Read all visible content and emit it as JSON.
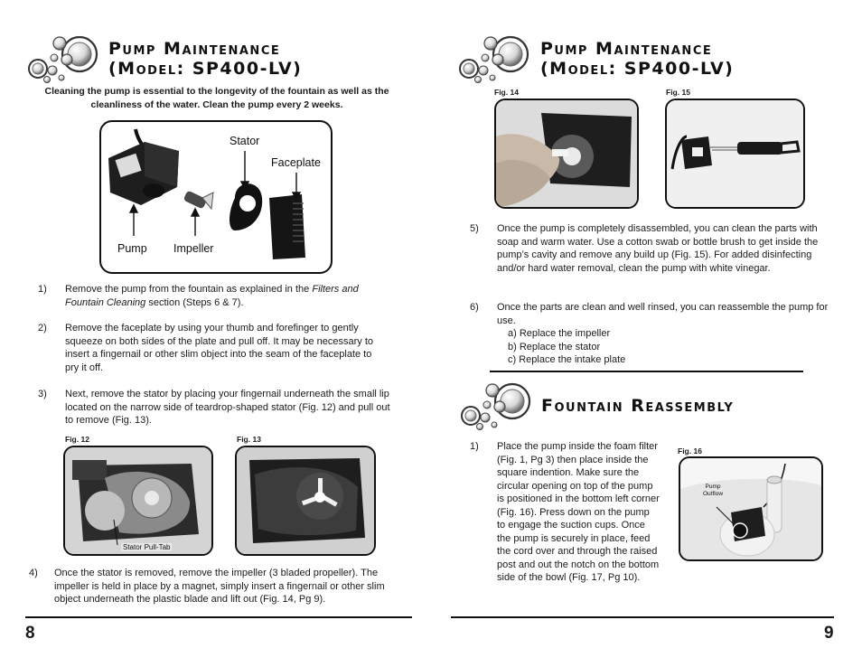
{
  "left": {
    "title_line1": "Pump Maintenance",
    "title_line2": "(Model: SP400-LV)",
    "intro": "Cleaning the pump is essential to the longevity of the fountain as well as the cleanliness of the water. Clean the pump every 2 weeks.",
    "diagram_labels": {
      "stator": "Stator",
      "faceplate": "Faceplate",
      "pump": "Pump",
      "impeller": "Impeller"
    },
    "steps": [
      {
        "num": "1)",
        "text_before": "Remove the pump from the fountain as explained in the ",
        "text_italic": "Filters and Fountain Cleaning",
        "text_after": " section (Steps 6 & 7)."
      },
      {
        "num": "2)",
        "text": "Remove the faceplate by using your thumb and forefinger to gently squeeze on both sides of the plate and pull off. It may be necessary to insert a fingernail or other slim object into the seam of the faceplate to pry it off."
      },
      {
        "num": "3)",
        "text": "Next, remove the stator by placing your fingernail underneath the small lip located on the narrow side of teardrop-shaped stator (Fig. 12) and pull out to remove (Fig. 13)."
      },
      {
        "num": "4)",
        "text": "Once the stator is removed, remove the impeller (3 bladed propeller). The impeller is held in place by a magnet, simply insert a fingernail or other slim object underneath the plastic blade and lift out (Fig. 14, Pg 9)."
      }
    ],
    "fig12": "Fig. 12",
    "fig12_caption": "Stator Pull-Tab",
    "fig13": "Fig. 13",
    "page_number": "8"
  },
  "right": {
    "title_line1": "Pump Maintenance",
    "title_line2": "(Model: SP400-LV)",
    "fig14": "Fig. 14",
    "fig15": "Fig. 15",
    "steps": [
      {
        "num": "5)",
        "text": "Once the pump is completely disassembled, you can clean the parts with soap and warm water. Use a cotton swab or bottle brush to get inside the pump’s cavity and remove any build up (Fig. 15). For added disinfecting and/or hard water removal, clean the pump with white vinegar."
      },
      {
        "num": "6)",
        "text": "Once the parts are clean and well rinsed, you can reassemble the pump for use."
      }
    ],
    "sublist": [
      "a)  Replace the impeller",
      "b)  Replace the stator",
      "c)  Replace the intake plate"
    ],
    "reassembly_title": "Fountain Reassembly",
    "reassembly_steps": [
      {
        "num": "1)",
        "text": "Place the pump inside the foam filter (Fig. 1, Pg 3) then place inside the square indention. Make sure the circular opening on top of the pump is positioned in the bottom left corner (Fig. 16). Press down on the pump to engage the suction cups. Once the pump is securely in place, feed the cord over and through the raised post and out the notch on the bottom side of the bowl (Fig. 17, Pg 10)."
      }
    ],
    "fig16": "Fig. 16",
    "fig16_caption_line1": "Pump",
    "fig16_caption_line2": "Outflow",
    "page_number": "9"
  }
}
